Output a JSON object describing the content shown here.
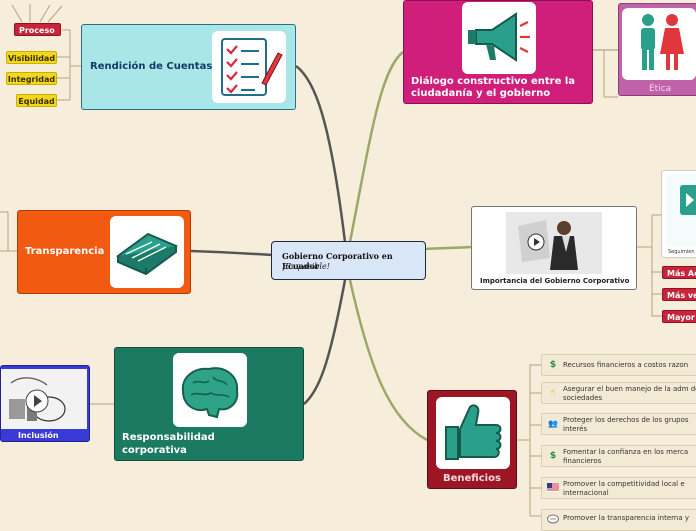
{
  "central": {
    "title": "Gobierno Corporativo en Ecuador",
    "subtitle": "¡Es posible!"
  },
  "rendicion": {
    "title": "Rendición de Cuentas",
    "children": [
      "Proceso",
      "Visibilidad",
      "Integridad",
      "Equidad"
    ]
  },
  "transparencia": {
    "title": "Transparencia"
  },
  "responsabilidad": {
    "title": "Responsabilidad corporativa"
  },
  "inclusion": {
    "title": "Inclusión"
  },
  "dialogo": {
    "title": "Diálogo constructivo entre la ciudadanía y el gobierno"
  },
  "etica": {
    "title": "Ética"
  },
  "importancia": {
    "title": "Importancia del Gobierno Corporativo",
    "thumb_text": "Seguimien",
    "children": [
      "Más Acce",
      "Más ven",
      "Mayor re"
    ]
  },
  "beneficios": {
    "title": "Beneficios",
    "items": [
      {
        "icon": "money-bag-icon",
        "glyph": "$",
        "text": "Recursos financieros a costos razon"
      },
      {
        "icon": "hand-pointer-icon",
        "glyph": "☝",
        "text": "Asegurar el buen manejo de la adm de las sociedades"
      },
      {
        "icon": "people-icon",
        "glyph": "👥",
        "text": "Proteger los derechos de los grupos interés"
      },
      {
        "icon": "money-bag-icon",
        "glyph": "$",
        "text": "Fomentar la confianza en los merca financieros"
      },
      {
        "icon": "flag-icon",
        "glyph": "🇺🇸",
        "text": "Promover la competitividad local e internacional"
      },
      {
        "icon": "chat-icon",
        "glyph": "💬",
        "text": "Promover la transparencia interna y"
      }
    ]
  },
  "colors": {
    "background": "#f6edda",
    "rendicion": "#a8e6e8",
    "transparencia": "#f25a12",
    "responsabilidad": "#1b7a61",
    "dialogo": "#d01f7a",
    "etica": "#c062a8",
    "inclusion": "#3a3ad6",
    "beneficios": "#9c1726",
    "central": "#d9e6f7"
  }
}
